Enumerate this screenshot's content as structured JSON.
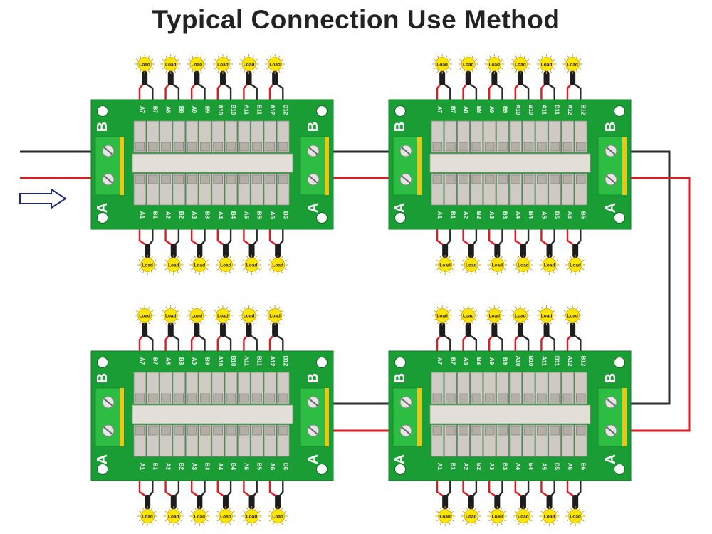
{
  "title": "Typical Connection Use Method",
  "load_label": "Load",
  "side_a_label": "A",
  "side_b_label": "B",
  "top_pin_labels": [
    "A7",
    "B7",
    "A8",
    "B8",
    "A9",
    "B9",
    "A10",
    "B10",
    "A11",
    "B11",
    "A12",
    "B12"
  ],
  "bottom_pin_labels": [
    "A1",
    "B1",
    "A2",
    "B2",
    "A3",
    "B3",
    "A4",
    "B4",
    "A5",
    "B5",
    "A6",
    "B6"
  ],
  "boards": [
    {
      "id": "board-top-left"
    },
    {
      "id": "board-top-right"
    },
    {
      "id": "board-bottom-left"
    },
    {
      "id": "board-bottom-right"
    }
  ],
  "colors": {
    "pcb": "#1a9d35",
    "pcb_dark": "#127a28",
    "terminal": "#2dbd43",
    "wire_red": "#e01a22",
    "wire_black": "#2b2b2b",
    "bulb": "#ffe600",
    "spring": "#cfcac3",
    "arrow": "#1b2a80"
  },
  "icons": {
    "input_arrow": "right-arrow-icon",
    "load": "light-bulb-icon",
    "screw": "screw-icon",
    "mount_hole": "mounting-hole-icon"
  }
}
